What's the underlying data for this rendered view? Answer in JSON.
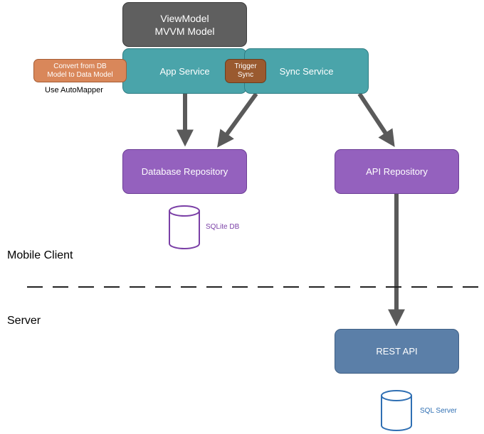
{
  "nodes": {
    "viewmodel": {
      "line1": "ViewModel",
      "line2": "MVVM Model"
    },
    "app_service": "App Service",
    "sync_service": "Sync Service",
    "convert_badge": {
      "line1": "Convert from DB",
      "line2": "Model to Data Model"
    },
    "trigger_badge": {
      "line1": "Trigger",
      "line2": "Sync"
    },
    "database_repository": "Database Repository",
    "api_repository": "API Repository",
    "rest_api": "REST API"
  },
  "annotations": {
    "automapper": "Use AutoMapper",
    "sqlite": "SQLite DB",
    "sql_server": "SQL Server"
  },
  "zones": {
    "mobile_client": "Mobile Client",
    "server": "Server"
  },
  "colors": {
    "viewmodel": "#5f5f5f",
    "service": "#4aa4aa",
    "repository": "#9461be",
    "rest_api": "#5b7fa8",
    "convert_badge": "#d9875a",
    "trigger_badge": "#9a5a2f",
    "arrow": "#5a5a5a",
    "sqlite_db": "#7a3fa6",
    "sql_server_db": "#2f6fb3"
  }
}
